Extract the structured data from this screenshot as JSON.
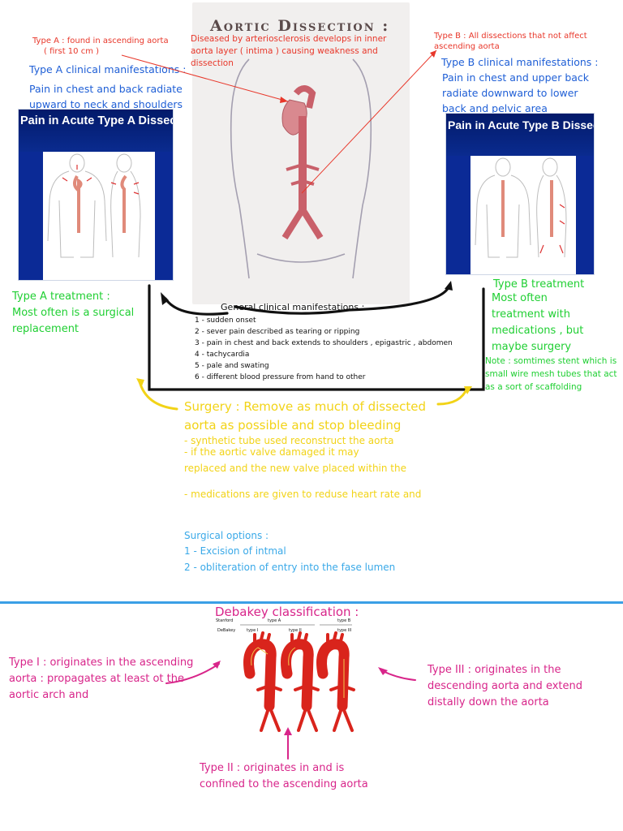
{
  "title": "Aortic Dissection :",
  "intro": "Diseased by arteriosclerosis develops in inner aorta layer ( intima ) causing weakness and dissection",
  "type_a": {
    "note_line1": "Type A : found in ascending aorta",
    "note_line2": "( first 10 cm )",
    "manifest_title": "Type A clinical manifestations :",
    "manifest_text": "Pain in chest and back radiate upward to neck and shoulders",
    "panel_title": "Pain in Acute Type A Dissection",
    "treatment_title": "Type A treatment :",
    "treatment_text": "Most often is a surgical replacement"
  },
  "type_b": {
    "note": "Type B : All dissections that not affect ascending aorta",
    "manifest_title": "Type B clinical manifestations :",
    "manifest_text": "Pain in chest and upper back radiate downward to lower back and pelvic area",
    "panel_title": "Pain in Acute Type B Dissection",
    "treatment_title": "Type B treatment",
    "treatment_text": "Most often treatment with medications , but maybe surgery",
    "stent_note": "Note : somtimes stent which is small wire mesh tubes that act as a sort of scaffolding"
  },
  "general": {
    "title": "General clinical manifestations :",
    "items": [
      "1 - sudden onset",
      "2 - sever pain described as tearing or ripping",
      "3 - pain in chest and back extends to shoulders , epigastric , abdomen",
      "4 - tachycardia",
      "5 - pale and swating",
      "6 - different blood pressure from hand to other"
    ]
  },
  "surgery": {
    "line1": "Surgery : Remove as much of dissected",
    "line2": "aorta as possible and stop bleeding",
    "b1": "- synthetic tube used reconstruct the aorta",
    "b2": "- if the aortic valve damaged it may",
    "b2b": "replaced and the new valve placed within the",
    "b3": "- medications are given to reduse heart rate and"
  },
  "surgical_options": {
    "title": "Surgical options :",
    "items": [
      "1 - Excision of intmal",
      "2 - obliteration of entry into the fase lumen"
    ]
  },
  "debakey": {
    "title": "Debakey classification :",
    "fig_labels": {
      "stanford": "Stanford",
      "type_a": "type A",
      "type_b": "type B",
      "debakey": "DeBakey",
      "t1": "type I",
      "t2": "type II",
      "t3": "type III"
    },
    "type1": "Type I : originates in the ascending aorta : propagates at least ot the aortic arch and",
    "type2": "Type II : originates in and is confined to the ascending aorta",
    "type3": "Type III : originates in the descending aorta and extend distally down the aorta"
  },
  "colors": {
    "red": "#e8372a",
    "blue": "#1f5fd6",
    "green": "#1fcf32",
    "yellow": "#f2d317",
    "cyan": "#3aa9e8",
    "pink": "#d8258a"
  }
}
